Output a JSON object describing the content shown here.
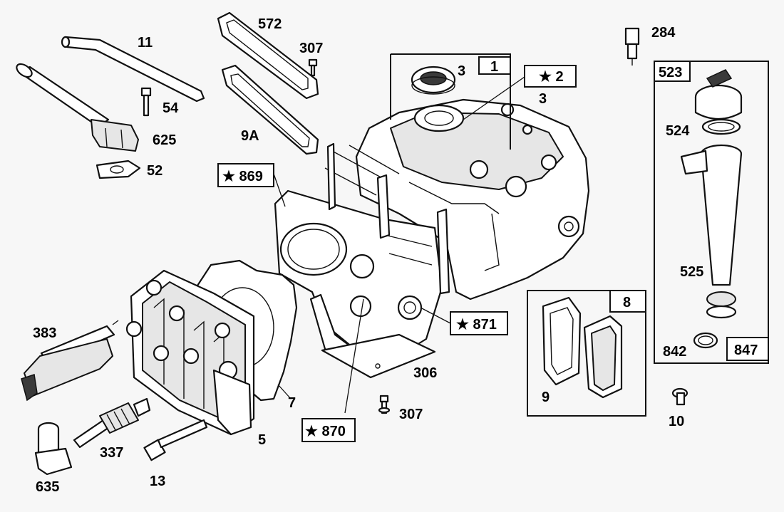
{
  "labels": {
    "l11": "11",
    "l54": "54",
    "l625": "625",
    "l52": "52",
    "l572": "572",
    "l307a": "307",
    "l9A": "9A",
    "l284": "284",
    "l3a": "3",
    "l1": "1",
    "l2": "★ 2",
    "l3b": "3",
    "l523": "523",
    "l524": "524",
    "l525": "525",
    "l842": "842",
    "l847": "847",
    "l869": "★ 869",
    "l871": "★ 871",
    "l870": "★ 870",
    "l306": "306",
    "l307b": "307",
    "l8": "8",
    "l9": "9",
    "l10": "10",
    "l383": "383",
    "l7": "7",
    "l5": "5",
    "l337": "337",
    "l13": "13",
    "l635": "635"
  },
  "colors": {
    "line": "#111111",
    "paper": "#f7f7f7",
    "shade": "#e6e6e6"
  }
}
